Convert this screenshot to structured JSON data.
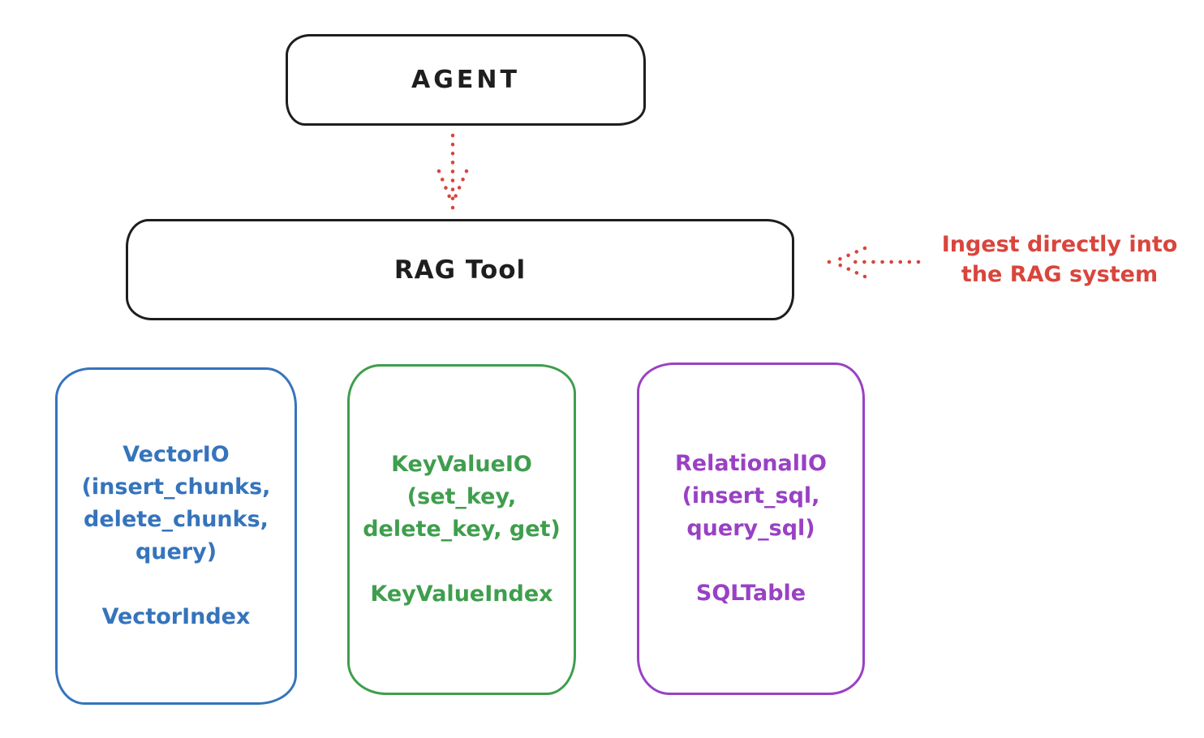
{
  "colors": {
    "ink": "#1e1e1e",
    "annotation_red": "#d9453c",
    "vector_blue": "#3574bc",
    "keyvalue_green": "#3f9e4d",
    "relational_purple": "#9941c4",
    "background": "#ffffff"
  },
  "nodes": {
    "agent": {
      "label": "AGENT"
    },
    "rag_tool": {
      "label": "RAG Tool"
    }
  },
  "annotation": {
    "lines": [
      "Ingest directly into",
      "the RAG system"
    ]
  },
  "backends": [
    {
      "id": "vector",
      "lines": [
        "VectorIO",
        "(insert_chunks,",
        "delete_chunks,",
        "query)"
      ],
      "index": "VectorIndex"
    },
    {
      "id": "keyvalue",
      "lines": [
        "KeyValueIO",
        "(set_key,",
        "delete_key, get)"
      ],
      "index": "KeyValueIndex"
    },
    {
      "id": "relational",
      "lines": [
        "RelationalIO",
        "(insert_sql,",
        "query_sql)"
      ],
      "index": "SQLTable"
    }
  ]
}
